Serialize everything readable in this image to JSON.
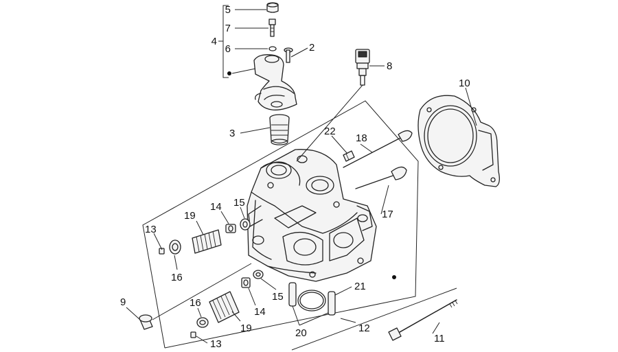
{
  "callouts": [
    {
      "key": "c5",
      "text": "5"
    },
    {
      "key": "c7",
      "text": "7"
    },
    {
      "key": "c4",
      "text": "4"
    },
    {
      "key": "c6",
      "text": "6"
    },
    {
      "key": "c2",
      "text": "2"
    },
    {
      "key": "c8",
      "text": "8"
    },
    {
      "key": "c10",
      "text": "10"
    },
    {
      "key": "c3",
      "text": "3"
    },
    {
      "key": "c22",
      "text": "22"
    },
    {
      "key": "c18",
      "text": "18"
    },
    {
      "key": "c17",
      "text": "17"
    },
    {
      "key": "c19a",
      "text": "19"
    },
    {
      "key": "c14a",
      "text": "14"
    },
    {
      "key": "c15a",
      "text": "15"
    },
    {
      "key": "c13a",
      "text": "13"
    },
    {
      "key": "c16a",
      "text": "16"
    },
    {
      "key": "c9",
      "text": "9"
    },
    {
      "key": "c15b",
      "text": "15"
    },
    {
      "key": "c14b",
      "text": "14"
    },
    {
      "key": "c16b",
      "text": "16"
    },
    {
      "key": "c19b",
      "text": "19"
    },
    {
      "key": "c21",
      "text": "21"
    },
    {
      "key": "c20",
      "text": "20"
    },
    {
      "key": "c12",
      "text": "12"
    },
    {
      "key": "c11",
      "text": "11"
    },
    {
      "key": "c13b",
      "text": "13"
    }
  ]
}
